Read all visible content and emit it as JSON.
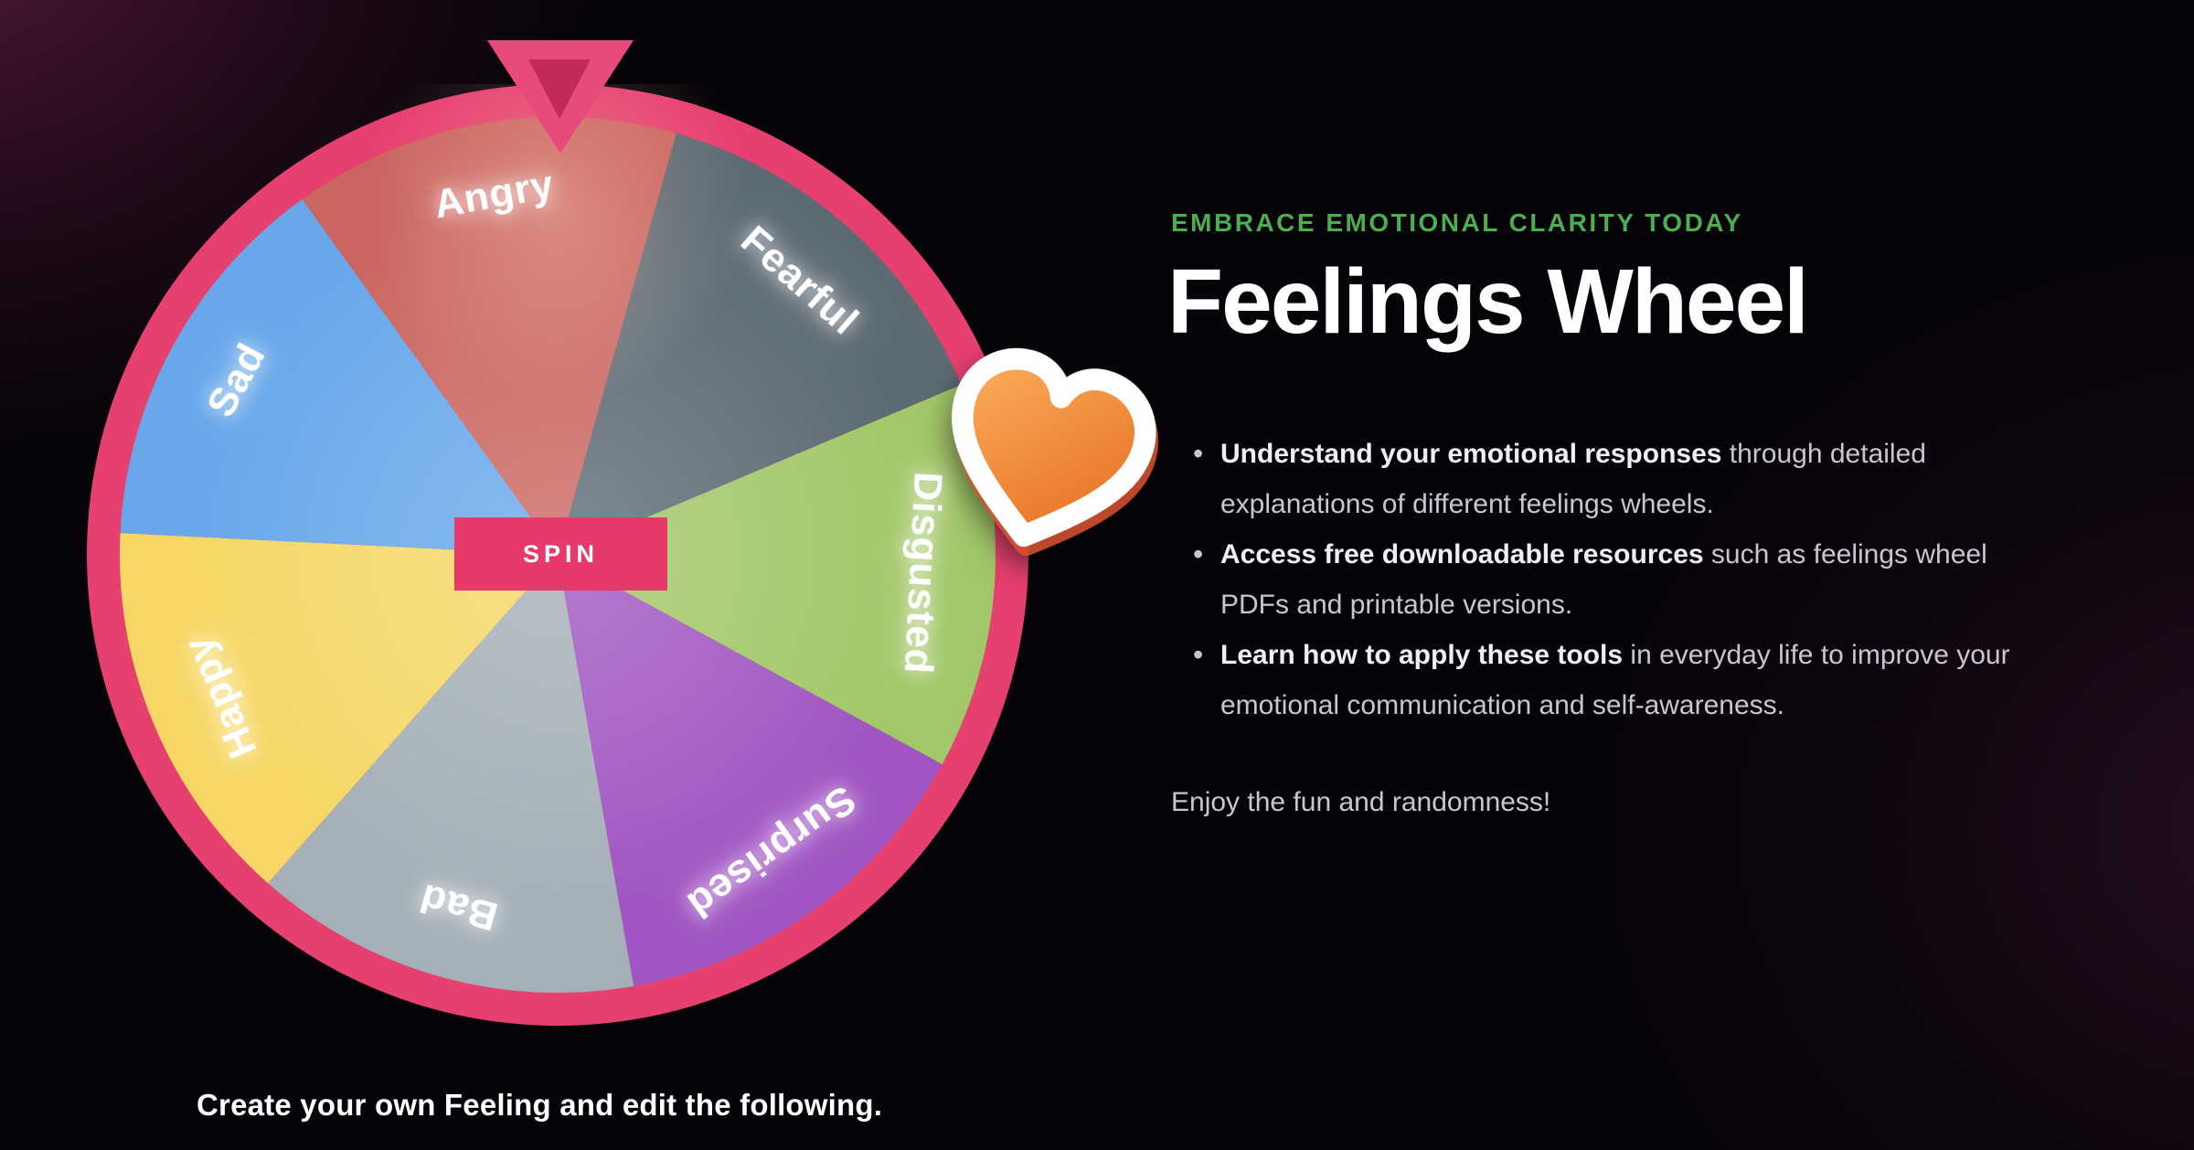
{
  "theme": {
    "background": "#070409",
    "corner_glow": "#581a3a",
    "accent_pink": "#e6406f",
    "pointer_outer": "#e84a7c",
    "pointer_inner": "#c22a57",
    "spin_button_bg": "#e73a6b",
    "eyebrow_green": "#4cae50",
    "body_text": "#c9c6d1",
    "bold_text": "#f0eef4",
    "heading_text": "#ffffff"
  },
  "wheel": {
    "spin_label": "SPIN",
    "ring_color": "#e6406f",
    "start_angle_deg": -35.71,
    "label_radius_ratio": 0.83,
    "segments": [
      {
        "label": "Angry",
        "color": "#ca655f"
      },
      {
        "label": "Fearful",
        "color": "#5c6a74"
      },
      {
        "label": "Disgusted",
        "color": "#a2c768"
      },
      {
        "label": "Surprised",
        "color": "#a055c2"
      },
      {
        "label": "Bad",
        "color": "#a4afb7"
      },
      {
        "label": "Happy",
        "color": "#f6d765"
      },
      {
        "label": "Sad",
        "color": "#67a7ea"
      }
    ]
  },
  "heart_icon": {
    "name": "orange-heart-icon",
    "gradient_start": "#fbb05c",
    "gradient_end": "#e4681c",
    "border": "#ffffff"
  },
  "hero": {
    "eyebrow": "EMBRACE EMOTIONAL CLARITY TODAY",
    "title": "Feelings Wheel",
    "bullets": [
      {
        "bold": "Understand your emotional responses",
        "rest": " through detailed explanations of different feelings wheels."
      },
      {
        "bold": "Access free downloadable resources",
        "rest": " such as feelings wheel PDFs and printable versions."
      },
      {
        "bold": "Learn how to apply these tools",
        "rest": " in everyday life to improve your emotional communication and self-awareness."
      }
    ],
    "closing": "Enjoy the fun and randomness!"
  },
  "footer": {
    "line": "Create your own Feeling and edit the following."
  }
}
